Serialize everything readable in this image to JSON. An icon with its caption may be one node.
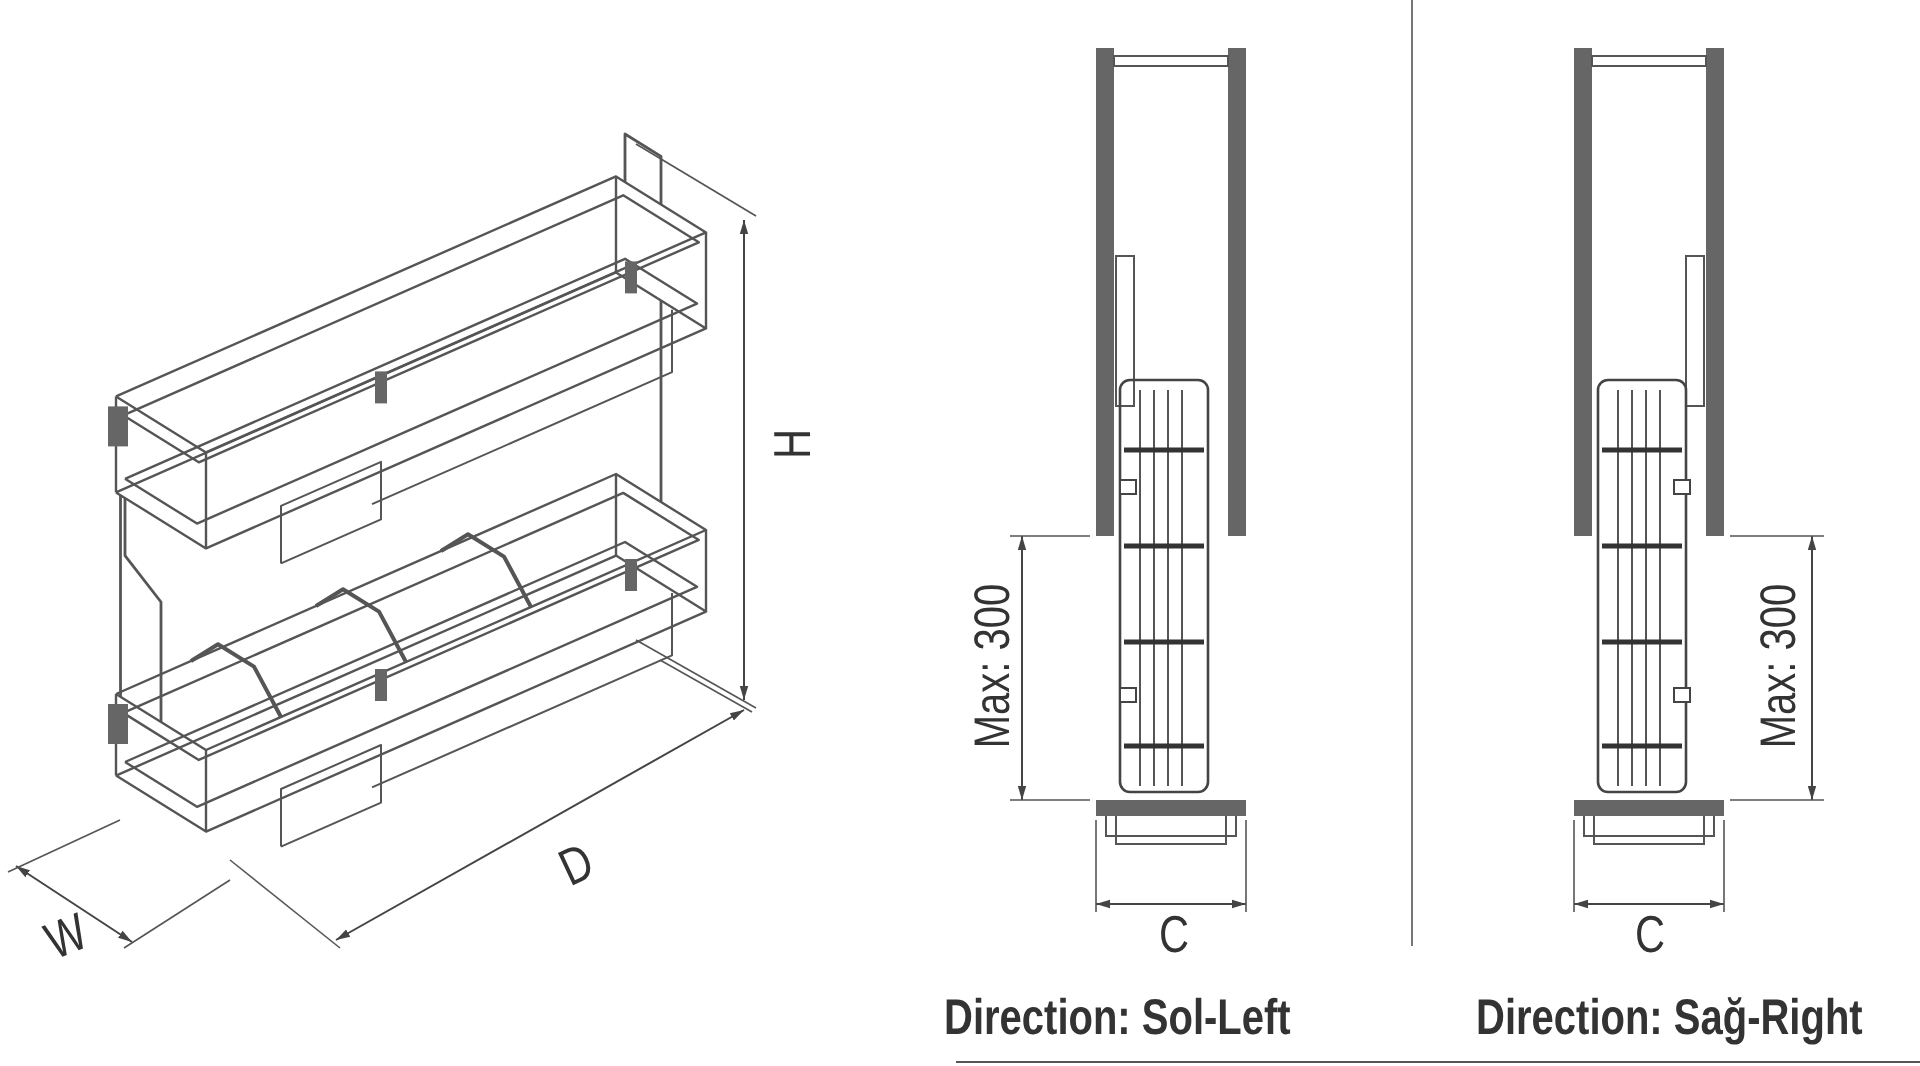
{
  "diagram": {
    "labels": [
      "H",
      "Max: 300",
      "Max: 300",
      "D",
      "W",
      "C",
      "C",
      "Direction: Sol-Left",
      "Direction: Sağ-Right"
    ]
  }
}
